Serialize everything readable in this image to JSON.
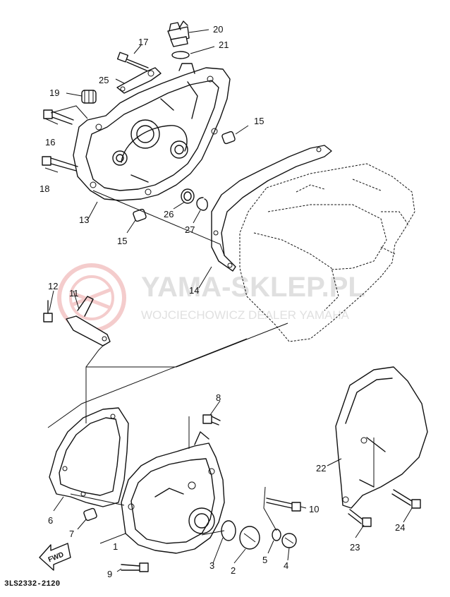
{
  "watermark": {
    "title": "YAMA-SKLEP.PL",
    "subtitle": "WOJCIECHOWICZ DEALER YAMAHA",
    "logo_color": "#f3c7c7",
    "text_color": "#e0e0e0"
  },
  "diagram_code": "3LS2332-2120",
  "direction_label": "FWD",
  "callouts": {
    "c1": "1",
    "c2": "2",
    "c3": "3",
    "c4": "4",
    "c5": "5",
    "c6": "6",
    "c7": "7",
    "c8": "8",
    "c9": "9",
    "c10": "10",
    "c11": "11",
    "c12": "12",
    "c13": "13",
    "c14": "14",
    "c15a": "15",
    "c15b": "15",
    "c16": "16",
    "c17": "17",
    "c18": "18",
    "c19": "19",
    "c20": "20",
    "c21": "21",
    "c22": "22",
    "c23": "23",
    "c24": "24",
    "c25": "25",
    "c26": "26",
    "c27": "27"
  }
}
